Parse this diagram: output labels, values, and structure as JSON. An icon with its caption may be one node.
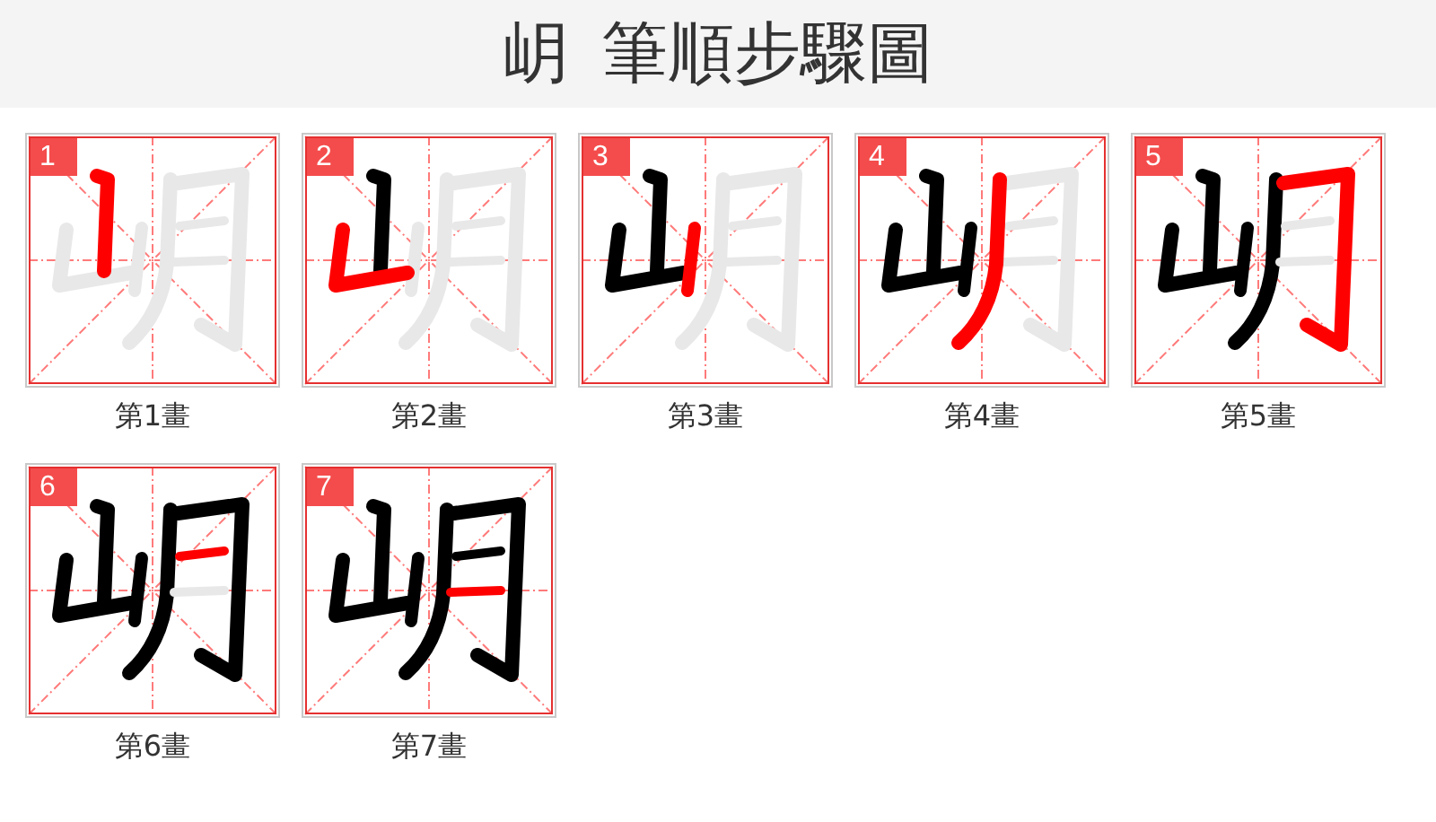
{
  "diagram": {
    "title": "岄 筆順步驟圖",
    "nodes": [
      {
        "text": [
          "1"
        ],
        "beside": [
          "第1畫"
        ]
      },
      {
        "text": [
          "2"
        ],
        "beside": [
          "第2畫"
        ]
      },
      {
        "text": [
          "3"
        ],
        "beside": [
          "第3畫"
        ]
      },
      {
        "text": [
          "4"
        ],
        "beside": [
          "第4畫"
        ]
      },
      {
        "text": [
          "5"
        ],
        "beside": [
          "第5畫"
        ]
      },
      {
        "text": [
          "6"
        ],
        "beside": [
          "第6畫"
        ]
      },
      {
        "text": [
          "7"
        ],
        "beside": [
          "第7畫"
        ]
      }
    ]
  }
}
